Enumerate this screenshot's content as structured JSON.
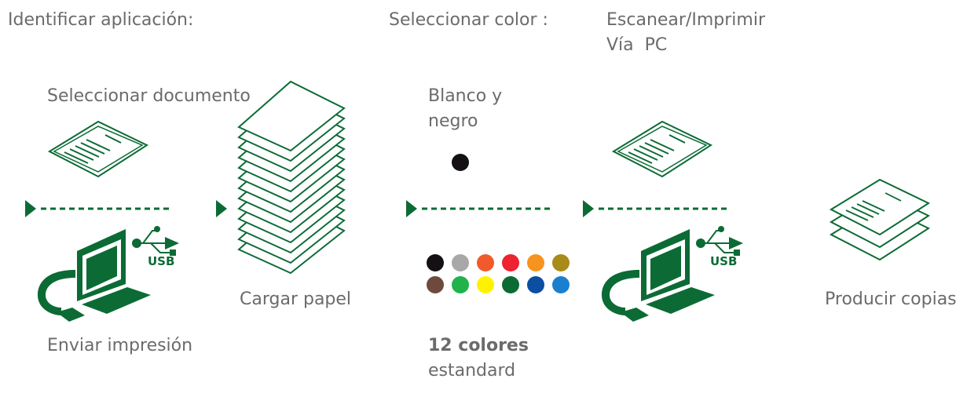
{
  "headings": {
    "identify": "Identificar aplicación:",
    "select_color": "Seleccionar color :",
    "scan_print_line1": "Escanear/Imprimir",
    "scan_print_line2": "Vía  PC"
  },
  "labels": {
    "select_document": "Seleccionar documento",
    "send_print": "Enviar impresión",
    "load_paper": "Cargar papel",
    "bw_line1": "Blanco y",
    "bw_line2": "negro",
    "colors_bold": "12 colores",
    "colors_rest": "estandard",
    "produce_copies": "Producir copias",
    "usb_1": "USB",
    "usb_2": "USB"
  },
  "colors": {
    "brand_green": "#0c6b35",
    "text_gray": "#6b6b6b",
    "bw_dot": "#141014",
    "palette_row1": [
      "#141014",
      "#a8a8a8",
      "#f25a2b",
      "#ee2230",
      "#f7941d",
      "#a88b18"
    ],
    "palette_row2": [
      "#6e4a3e",
      "#22b24c",
      "#fff200",
      "#0c6b35",
      "#0b4ea2",
      "#1b7fcf"
    ]
  }
}
